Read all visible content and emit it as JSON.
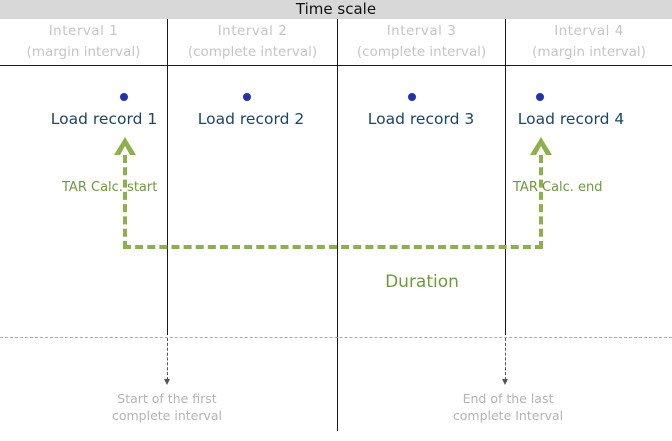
{
  "diagram": {
    "title": "Time scale",
    "title_band_color": "#d8d8d8",
    "accent_green": "#8cb04a",
    "green_text_color": "#6e9a3c",
    "record_dot_color": "#2431b4",
    "record_label_color": "#1b4668",
    "muted_gray": "#c6c6c6"
  },
  "intervals": [
    {
      "name": "Interval  1",
      "type": "(margin interval)"
    },
    {
      "name": "Interval  2",
      "type": "(complete interval)"
    },
    {
      "name": "Interval  3",
      "type": "(complete interval)"
    },
    {
      "name": "Interval  4",
      "type": "(margin interval)"
    }
  ],
  "records": [
    {
      "label": "Load record 1"
    },
    {
      "label": "Load record 2"
    },
    {
      "label": "Load record 3"
    },
    {
      "label": "Load record 4"
    }
  ],
  "annotations": {
    "tar_calc_start": "TAR Calc. start",
    "tar_calc_end": "TAR Calc. end",
    "duration": "Duration"
  },
  "bottom_notes": [
    {
      "line1": "Start of the first",
      "line2": "complete interval"
    },
    {
      "line1": "End of the last",
      "line2": "complete Interval"
    }
  ]
}
